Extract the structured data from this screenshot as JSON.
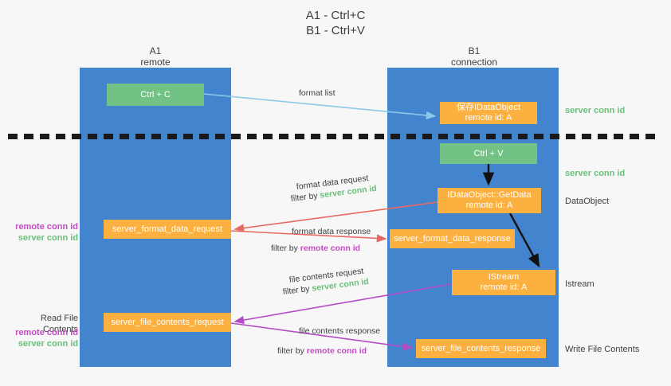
{
  "diagram": {
    "title": "A1 - Ctrl+C\nB1 - Ctrl+V",
    "columns": {
      "left": {
        "header": "A1\nremote"
      },
      "right": {
        "header": "B1\nconnection"
      }
    },
    "nodes": {
      "ctrl_c": {
        "label": "Ctrl + C",
        "color": "#72c286"
      },
      "idataobject": {
        "label": "保存IDataObject\nremote id: A",
        "color": "#fbb03f"
      },
      "ctrl_v": {
        "label": "Ctrl + V",
        "color": "#72c286"
      },
      "getdata": {
        "label": "IDataObject::GetData\nremote id: A",
        "color": "#fbb03f"
      },
      "istream": {
        "label": "IStream\nremote id: A",
        "color": "#fbb03f"
      },
      "format_data_request": {
        "label": "server_format_data_request",
        "color": "#fbb03f"
      },
      "format_data_response": {
        "label": "server_format_data_response",
        "color": "#fbb03f"
      },
      "file_contents_request": {
        "label": "server_file_contents_request",
        "color": "#fbb03f"
      },
      "file_contents_response": {
        "label": "server_file_contents_response",
        "color": "#fbb03f"
      }
    },
    "edge_labels": {
      "format_list": "format list",
      "format_data_request": "format data request",
      "format_data_request_filter_prefix": "filter by ",
      "format_data_request_filter_value": "server conn id",
      "format_data_response": "format data response",
      "format_data_response_filter_prefix": "filter by ",
      "format_data_response_filter_value": "remote conn id",
      "file_contents_request": "file contents request",
      "file_contents_request_filter_prefix": "filter by ",
      "file_contents_request_filter_value": "server conn id",
      "file_contents_response": "file contents response",
      "file_contents_response_filter_prefix": "filter by ",
      "file_contents_response_filter_value": "remote conn id"
    },
    "left_annotations": {
      "remote_conn_id": "remote conn id",
      "server_conn_id": "server conn id",
      "read_file_contents": "Read File Contents",
      "remote_conn_id_2": "remote conn id",
      "server_conn_id_2": "server conn id"
    },
    "right_annotations": {
      "server_conn_id_top": "server conn id",
      "server_conn_id_mid": "server conn id",
      "dataobject": "DataObject",
      "istream": "Istream",
      "write_file_contents": "Write File Contents"
    },
    "colors": {
      "lane": "#4285ce",
      "green_node": "#72c286",
      "orange_node": "#fbb03f",
      "green_text": "#6bbf7a",
      "purple_text": "#c14ec1",
      "red_arrow": "#e8695f",
      "purple_arrow": "#b34bc4",
      "blue_arrow": "#8ec8e8",
      "black_arrow": "#111111",
      "background": "#f7f7f7"
    }
  }
}
